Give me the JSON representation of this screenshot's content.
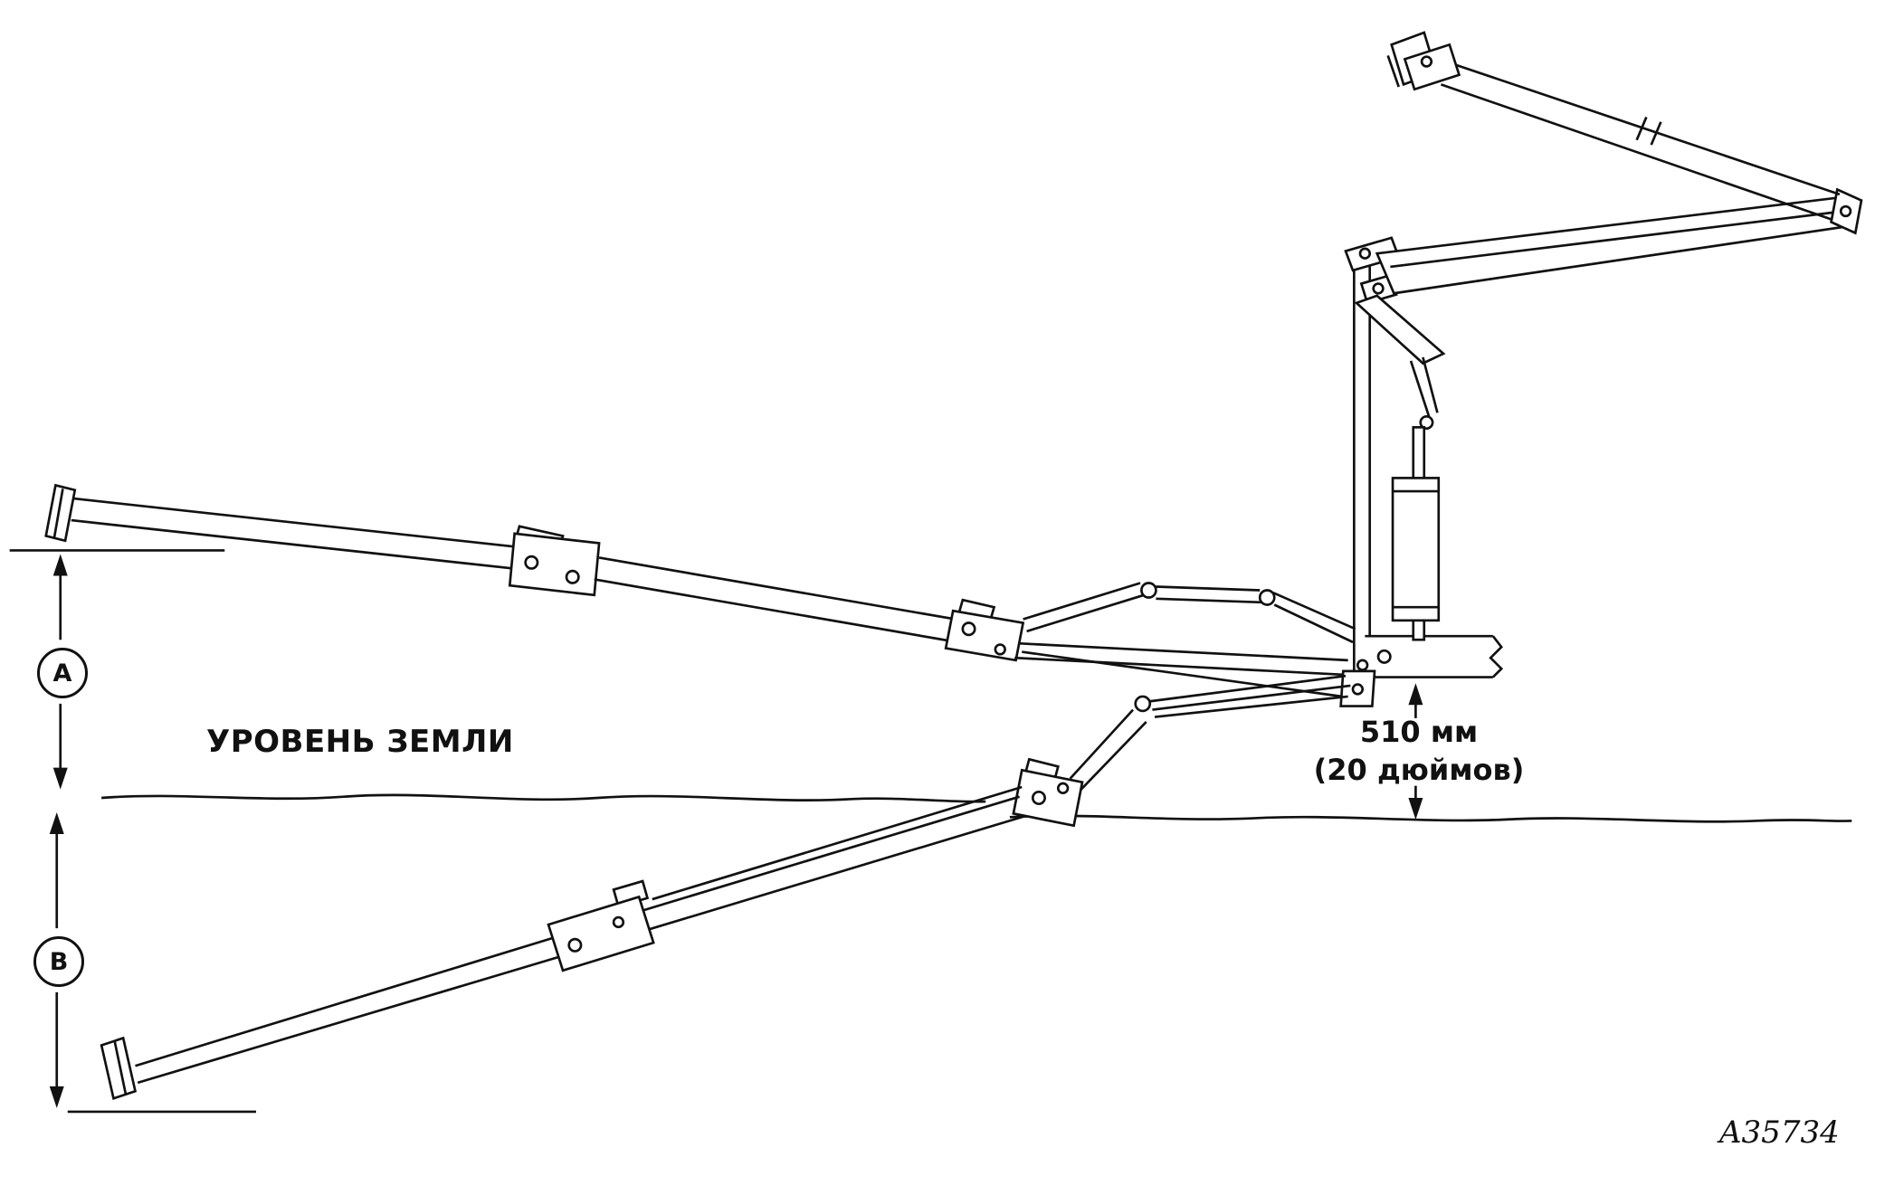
{
  "figure": {
    "ground_label": "УРОВЕНЬ ЗЕМЛИ",
    "dim_a": "A",
    "dim_b": "B",
    "offset_mm": "510 мм",
    "offset_in": "(20 дюймов)",
    "figure_number": "A35734",
    "ink_color": "#111111"
  }
}
